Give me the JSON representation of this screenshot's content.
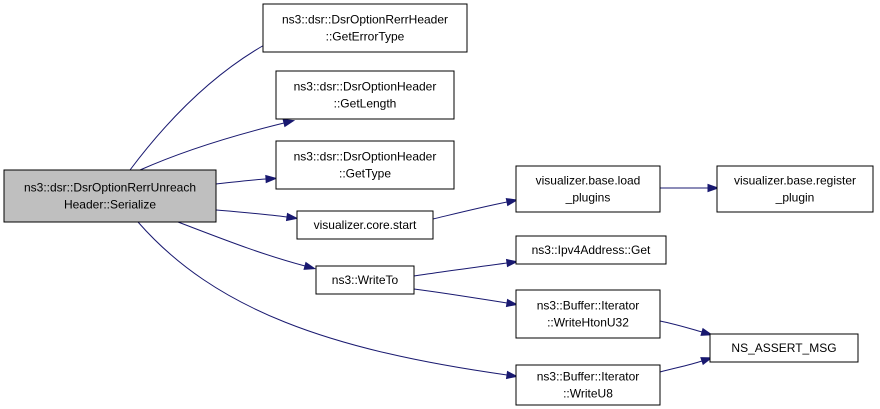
{
  "diagram": {
    "type": "call-graph",
    "colors": {
      "edge": "#191970",
      "root_fill": "#bfbfbf",
      "node_fill": "#ffffff",
      "border": "#000000"
    },
    "nodes": [
      {
        "id": "serialize",
        "lines": [
          "ns3::dsr::DsrOptionRerrUnreach",
          "Header::Serialize"
        ],
        "root": true
      },
      {
        "id": "get-error-type",
        "lines": [
          "ns3::dsr::DsrOptionRerrHeader",
          "::GetErrorType"
        ]
      },
      {
        "id": "get-length",
        "lines": [
          "ns3::dsr::DsrOptionHeader",
          "::GetLength"
        ]
      },
      {
        "id": "get-type",
        "lines": [
          "ns3::dsr::DsrOptionHeader",
          "::GetType"
        ]
      },
      {
        "id": "core-start",
        "lines": [
          "visualizer.core.start"
        ]
      },
      {
        "id": "write-to",
        "lines": [
          "ns3::WriteTo"
        ]
      },
      {
        "id": "write-u8",
        "lines": [
          "ns3::Buffer::Iterator",
          "::WriteU8"
        ]
      },
      {
        "id": "load-plugins",
        "lines": [
          "visualizer.base.load",
          "_plugins"
        ]
      },
      {
        "id": "register-plugin",
        "lines": [
          "visualizer.base.register",
          "_plugin"
        ]
      },
      {
        "id": "ipv4-get",
        "lines": [
          "ns3::Ipv4Address::Get"
        ]
      },
      {
        "id": "write-hton-u32",
        "lines": [
          "ns3::Buffer::Iterator",
          "::WriteHtonU32"
        ]
      },
      {
        "id": "ns-assert-msg",
        "lines": [
          "NS_ASSERT_MSG"
        ]
      }
    ],
    "edges": [
      {
        "from": "serialize",
        "to": "get-error-type"
      },
      {
        "from": "serialize",
        "to": "get-length"
      },
      {
        "from": "serialize",
        "to": "get-type"
      },
      {
        "from": "serialize",
        "to": "core-start"
      },
      {
        "from": "serialize",
        "to": "write-to"
      },
      {
        "from": "serialize",
        "to": "write-u8"
      },
      {
        "from": "core-start",
        "to": "load-plugins"
      },
      {
        "from": "load-plugins",
        "to": "register-plugin"
      },
      {
        "from": "write-to",
        "to": "ipv4-get"
      },
      {
        "from": "write-to",
        "to": "write-hton-u32"
      },
      {
        "from": "write-hton-u32",
        "to": "ns-assert-msg"
      },
      {
        "from": "write-u8",
        "to": "ns-assert-msg"
      }
    ]
  }
}
